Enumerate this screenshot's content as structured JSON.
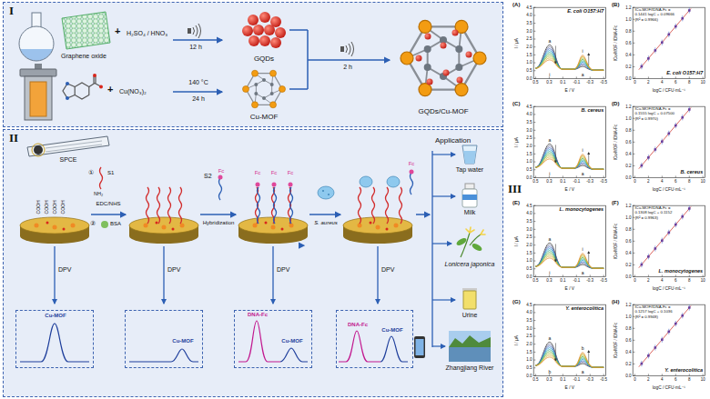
{
  "diagram": {
    "nodes": [
      {
        "text": [
          "I"
        ]
      },
      {
        "text": [
          "II"
        ]
      },
      {
        "text": [
          "III"
        ]
      },
      {
        "text": [
          "Cu-MOF"
        ],
        "in": 1
      },
      {
        "text": [
          "Cu-MOF"
        ],
        "in": 1
      },
      {
        "text": [
          "DNA-Fc",
          "Cu-MOF"
        ],
        "in": 1
      },
      {
        "text": [
          "DNA-Fc",
          "Cu-MOF"
        ],
        "in": 1
      },
      {
        "text": [
          "(A)",
          "E. coli O157:H7",
          "I / μA",
          "E / V",
          "4.5",
          "4.0",
          "3.5",
          "3.0",
          "2.5",
          "2.0",
          "1.5",
          "1.0",
          "0.5",
          "0.0",
          "0.5",
          "0.3",
          "0.1",
          "-0.1",
          "-0.3",
          "-0.5",
          "a",
          "i",
          "i",
          "a"
        ],
        "in": 2
      },
      {
        "text": [
          "(B)",
          "ICu-MOF/IDNA-Fc = 0.1441 logC + 0.09666",
          "(R² = 0.9966)",
          "E. coli O157:H7",
          "ICu-MOF / IDNA-Fc",
          "logC / CFU·mL⁻¹",
          "1.2",
          "1.0",
          "0.8",
          "0.6",
          "0.4",
          "0.2",
          "0.0",
          "0",
          "2",
          "4",
          "6",
          "8",
          "10"
        ],
        "in": 2
      },
      {
        "text": [
          "(C)",
          "B. cereus",
          "I / μA",
          "E / V",
          "4.5",
          "4.0",
          "3.5",
          "3.0",
          "2.5",
          "2.0",
          "1.5",
          "1.0",
          "0.5",
          "0.0",
          "0.5",
          "0.3",
          "0.1",
          "-0.1",
          "-0.3",
          "-0.5",
          "a",
          "i",
          "i",
          "a"
        ],
        "in": 2
      },
      {
        "text": [
          "(D)",
          "ICu-MOF/IDNA-Fc = 0.1555 logC + 0.07500",
          "(R² = 0.9970)",
          "B. cereus",
          "ICu-MOF / IDNA-Fc",
          "logC / CFU·mL⁻¹",
          "1.2",
          "1.0",
          "0.8",
          "0.6",
          "0.4",
          "0.2",
          "0.0",
          "0",
          "2",
          "4",
          "6",
          "8",
          "10"
        ],
        "in": 2
      },
      {
        "text": [
          "(E)",
          "L. monocytogenes",
          "I / μA",
          "E / V",
          "4.5",
          "4.0",
          "3.5",
          "3.0",
          "2.5",
          "2.0",
          "1.5",
          "1.0",
          "0.5",
          "0.0",
          "0.5",
          "0.3",
          "0.1",
          "-0.1",
          "-0.3",
          "-0.5",
          "a",
          "i",
          "i",
          "a"
        ],
        "in": 2
      },
      {
        "text": [
          "(F)",
          "ICu-MOF/IDNA-Fc = 0.1308 logC + 0.1152",
          "(R² = 0.9963)",
          "L. monocytogenes",
          "ICu-MOF / IDNA-Fc",
          "logC / CFU·mL⁻¹",
          "1.2",
          "1.0",
          "0.8",
          "0.6",
          "0.4",
          "0.2",
          "0.0",
          "0",
          "2",
          "4",
          "6",
          "8",
          "10"
        ],
        "in": 2
      },
      {
        "text": [
          "(G)",
          "Y. enterocolitica",
          "I / μA",
          "E / V",
          "4.5",
          "4.0",
          "3.5",
          "3.0",
          "2.5",
          "2.0",
          "1.5",
          "1.0",
          "0.5",
          "0.0",
          "0.5",
          "0.3",
          "0.1",
          "-0.1",
          "-0.3",
          "-0.5",
          "a",
          "b",
          "b",
          "a"
        ],
        "in": 2
      },
      {
        "text": [
          "(H)",
          "ICu-MOF/IDNA-Fc = 0.1257 logC + 0.1036",
          "(R² = 0.9948)",
          "Y. enterocolitica",
          "ICu-MOF / IDNA-Fc",
          "logC / CFU·mL⁻¹",
          "1.2",
          "1.0",
          "0.8",
          "0.6",
          "0.4",
          "0.2",
          "0.0",
          "0",
          "2",
          "4",
          "6",
          "8",
          "10"
        ],
        "in": 2
      }
    ],
    "labels": [
      "Graphene oxide",
      "+",
      "H₂SO₄ / HNO₃",
      "12 h",
      "GQDs",
      "+",
      "Cu(NO₃)₂",
      "140 °C",
      "24 h",
      "Cu-MOF",
      "2 h",
      "GQDs/Cu-MOF",
      "SPCE",
      "COOH",
      "COOH",
      "COOH",
      "COOH",
      "①",
      "S1",
      "NH₂",
      "EDC/NHS",
      "②",
      "BSA",
      "S2",
      "Fc",
      "Hybridization",
      "Fc",
      "Fc",
      "Fc",
      "S. aureus",
      "Fc",
      "Application",
      "Tap water",
      "Milk",
      "Lonicera japonica",
      "Urine",
      "Zhangjiang River",
      "DPV",
      "DPV",
      "DPV",
      "DPV"
    ]
  }
}
